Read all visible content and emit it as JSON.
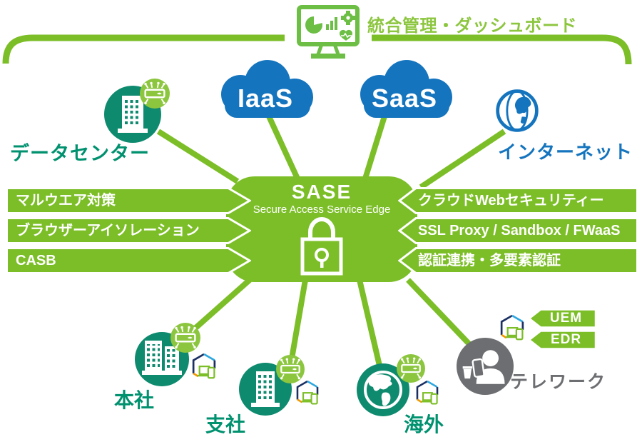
{
  "header": {
    "title": "統合管理・ダッシュボード"
  },
  "clouds": {
    "iaas": "IaaS",
    "saas": "SaaS"
  },
  "center": {
    "title": "SASE",
    "subtitle": "Secure Access Service Edge"
  },
  "left_features": [
    "マルウエア対策",
    "ブラウザーアイソレーション",
    "CASB"
  ],
  "right_features": [
    "クラウドWebセキュリティー",
    "SSL Proxy / Sandbox / FWaaS",
    "認証連携・多要素認証"
  ],
  "sites": {
    "datacenter": "データセンター",
    "internet": "インターネット",
    "hq": "本社",
    "branch": "支社",
    "overseas": "海外",
    "telework": "テレワーク"
  },
  "endpoint_badges": [
    "UEM",
    "EDR"
  ],
  "icons": {
    "dashboard": "dashboard-monitor-icon",
    "lock": "padlock-icon",
    "building": "building-icon",
    "router": "wireless-router-icon",
    "hexagon_device": "secure-device-hexagon-icon",
    "globe_white": "globe-icon",
    "globe_blue": "internet-globe-icon",
    "cloud": "cloud-icon",
    "person": "teleworker-icon"
  },
  "colors": {
    "green": "#7CBE27",
    "light_green": "#8CC63F",
    "monitor_green": "#6CBE45",
    "teal_circle": "#0E8A6E",
    "teal_text": "#00916F",
    "blue": "#1474BE",
    "gray": "#6D6E71",
    "cyan": "#2EA7E0",
    "navy": "#1B2F63",
    "orange": "#F39800",
    "white": "#FFFFFF"
  }
}
